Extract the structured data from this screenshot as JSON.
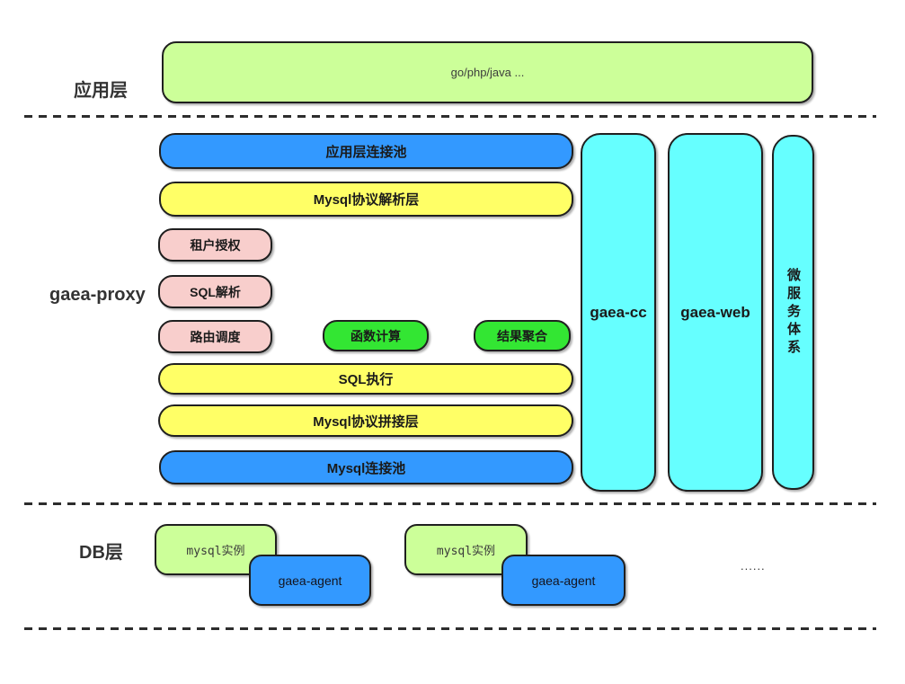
{
  "section_labels": {
    "app_layer": "应用层",
    "gaea_proxy": "gaea-proxy",
    "db_layer": "DB层"
  },
  "app_layer": {
    "clients_label": "go/php/java ..."
  },
  "proxy": {
    "app_conn_pool": "应用层连接池",
    "mysql_protocol_parse": "Mysql协议解析层",
    "tenant_auth": "租户授权",
    "sql_parse": "SQL解析",
    "route_dispatch": "路由调度",
    "func_compute": "函数计算",
    "result_merge": "结果聚合",
    "sql_exec": "SQL执行",
    "mysql_protocol_assemble": "Mysql协议拼接层",
    "mysql_conn_pool": "Mysql连接池"
  },
  "side_columns": {
    "gaea_cc": "gaea-cc",
    "gaea_web": "gaea-web",
    "microservice": "微服务体系"
  },
  "db_layer": {
    "instances": [
      {
        "db": "mysql实例",
        "agent": "gaea-agent"
      },
      {
        "db": "mysql实例",
        "agent": "gaea-agent"
      }
    ],
    "ellipsis": "......"
  },
  "colors": {
    "light_green": "#ccff99",
    "blue": "#3399ff",
    "yellow": "#ffff66",
    "pink": "#f8cecc",
    "bright_green": "#33e633",
    "cyan": "#66ffff",
    "border": "#1f1f1f",
    "dash_line": "#2d2d2d"
  }
}
